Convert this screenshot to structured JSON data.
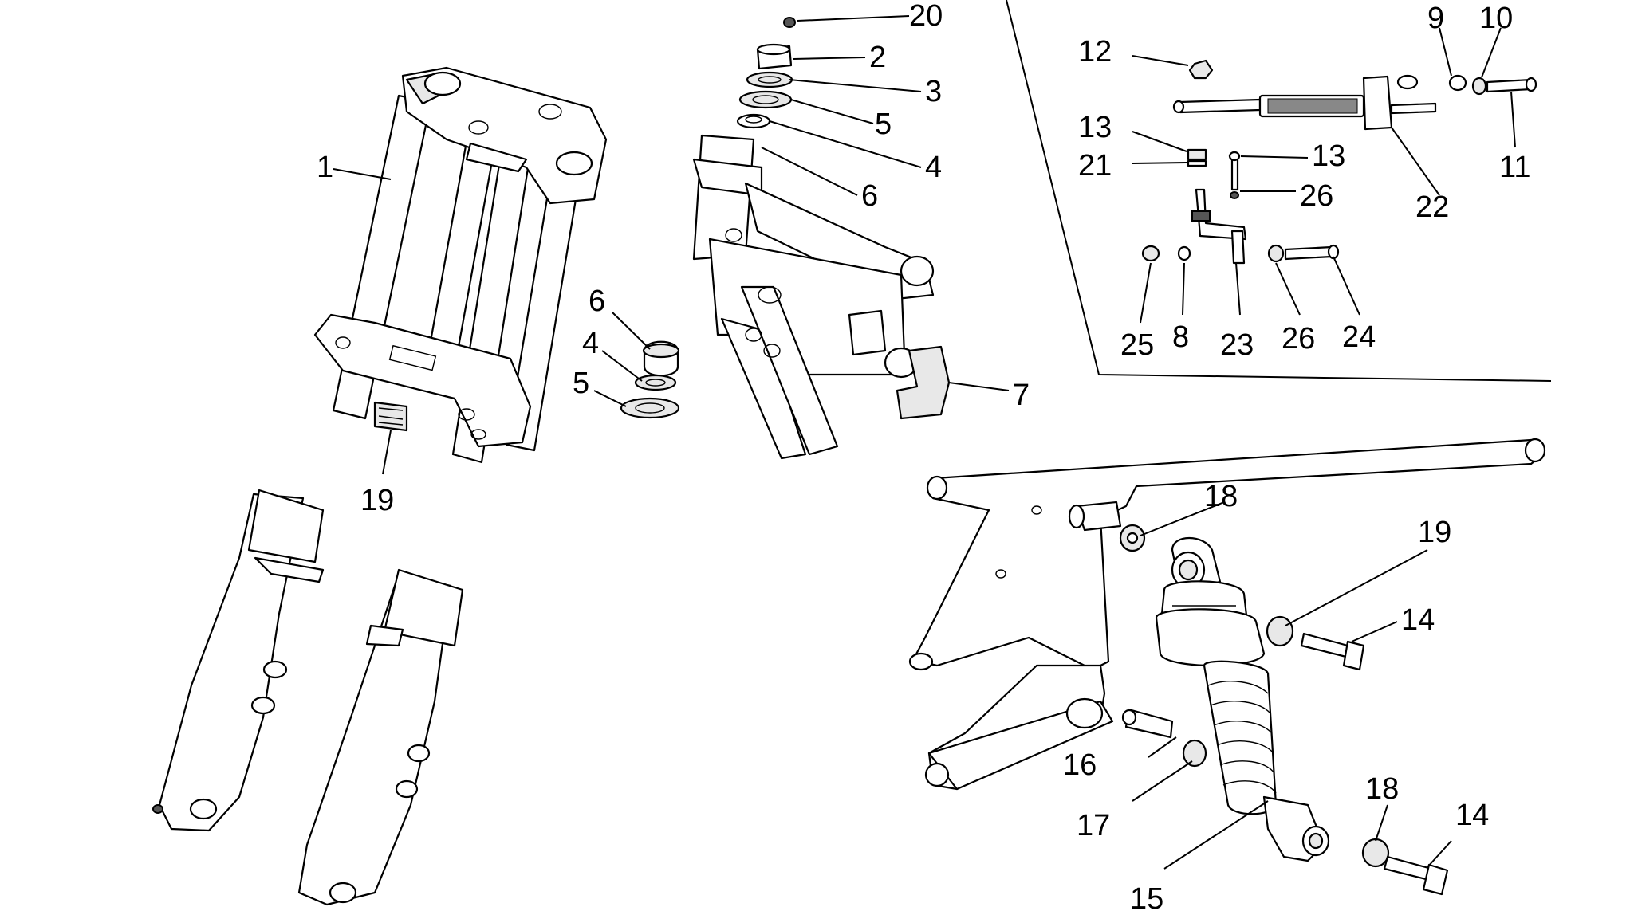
{
  "diagram": {
    "type": "exploded-parts-diagram",
    "callouts": [
      "1",
      "2",
      "3",
      "4",
      "5",
      "6",
      "7",
      "8",
      "9",
      "10",
      "11",
      "12",
      "13",
      "14",
      "15",
      "16",
      "17",
      "18",
      "19",
      "20",
      "21",
      "22",
      "23",
      "24",
      "25",
      "26"
    ]
  },
  "labels": {
    "l1": "1",
    "l2": "2",
    "l3": "3",
    "l4a": "4",
    "l5a": "5",
    "l6a": "6",
    "l4b": "4",
    "l5b": "5",
    "l6b": "6",
    "l7": "7",
    "l9": "9",
    "l10": "10",
    "l11": "11",
    "l12": "12",
    "l13a": "13",
    "l13b": "13",
    "l21": "21",
    "l26a": "26",
    "l22": "22",
    "l25": "25",
    "l8": "8",
    "l23": "23",
    "l26b": "26",
    "l24": "24",
    "l19a": "19",
    "l18a": "18",
    "l19b": "19",
    "l14a": "14",
    "l16": "16",
    "l17": "17",
    "l18b": "18",
    "l14b": "14",
    "l15": "15",
    "l20": "20"
  }
}
